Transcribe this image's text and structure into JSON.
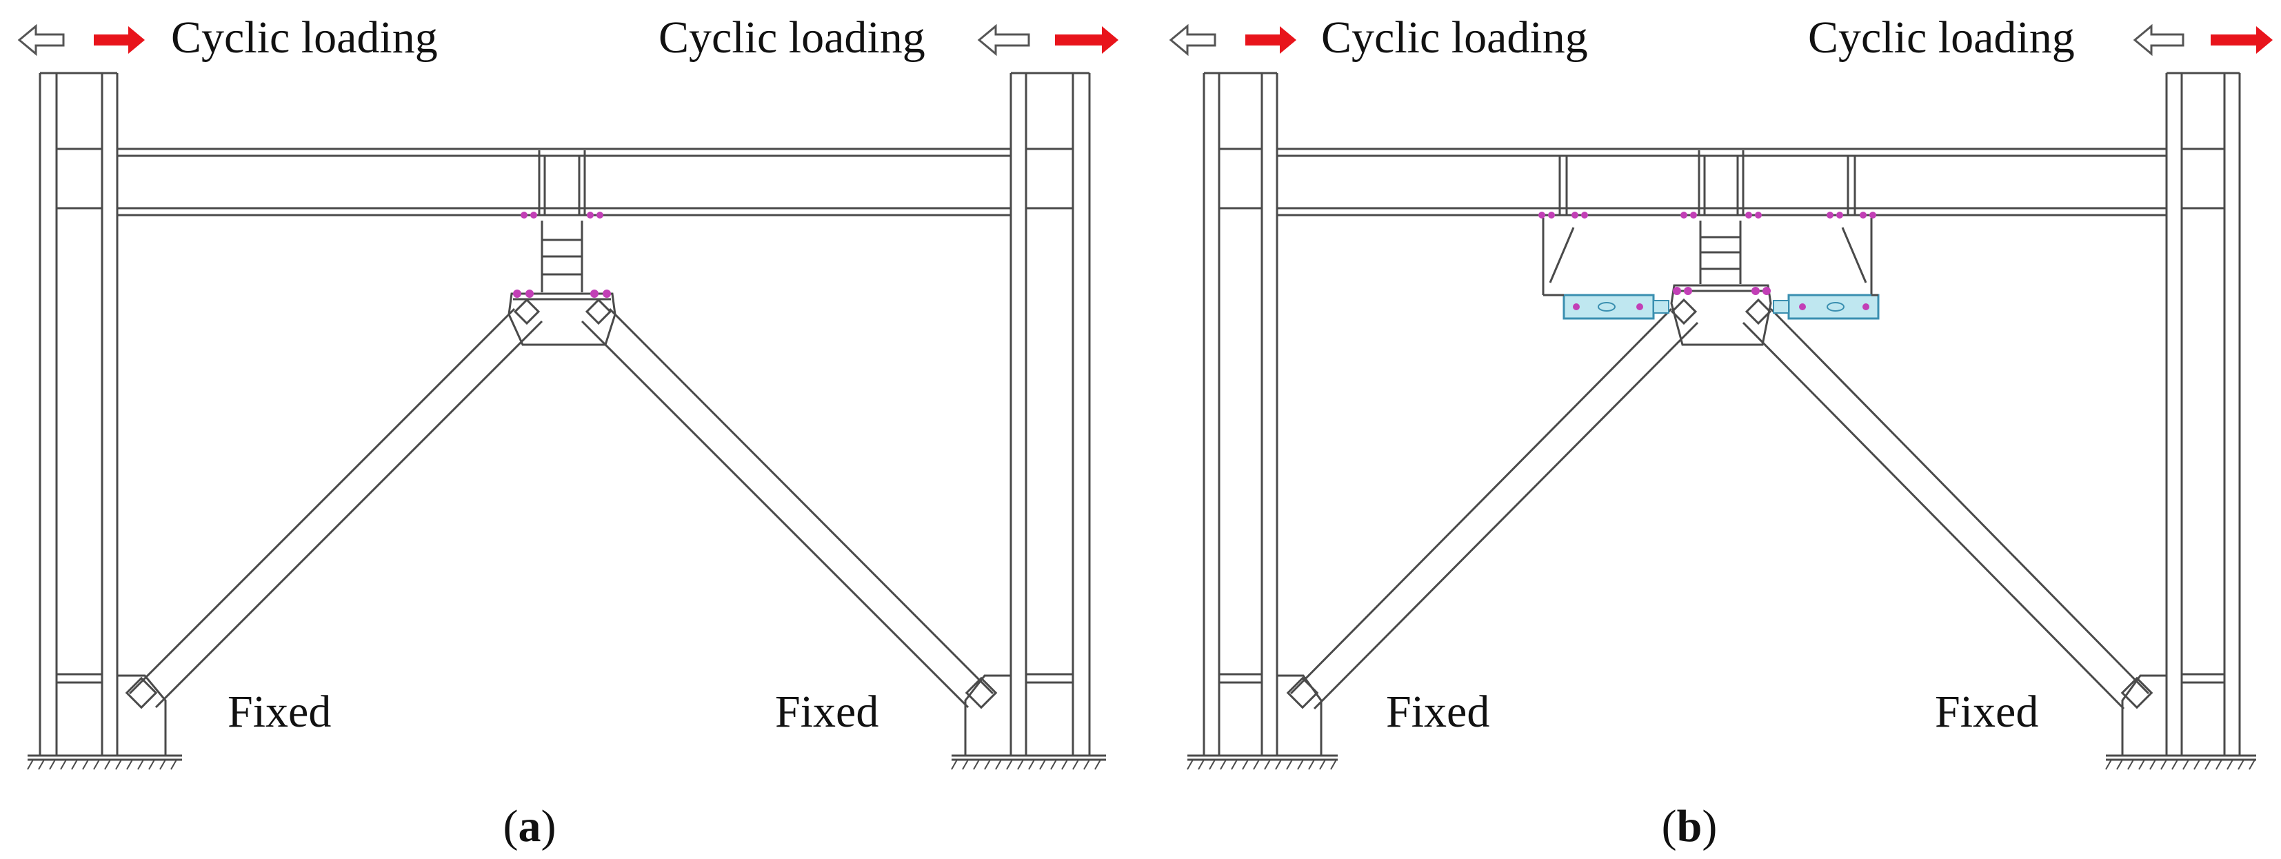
{
  "colors": {
    "line": "#4a4a4a",
    "arrow_red": "#e8141b",
    "arrow_outline": "#555555",
    "bolt": "#c23fb6",
    "damper": "#bfe7f0",
    "damper_outline": "#3a8fb0"
  },
  "icons": [
    "left-arrow-outline-icon",
    "right-arrow-red-icon",
    "ground-hatch-icon"
  ],
  "panels": [
    {
      "id": "a",
      "caption": "(a)",
      "caption_letter": "a",
      "load_left": "Cyclic loading",
      "load_right": "Cyclic loading",
      "support_left": "Fixed",
      "support_right": "Fixed"
    },
    {
      "id": "b",
      "caption": "(b)",
      "caption_letter": "b",
      "load_left": "Cyclic loading",
      "load_right": "Cyclic loading",
      "support_left": "Fixed",
      "support_right": "Fixed"
    }
  ]
}
